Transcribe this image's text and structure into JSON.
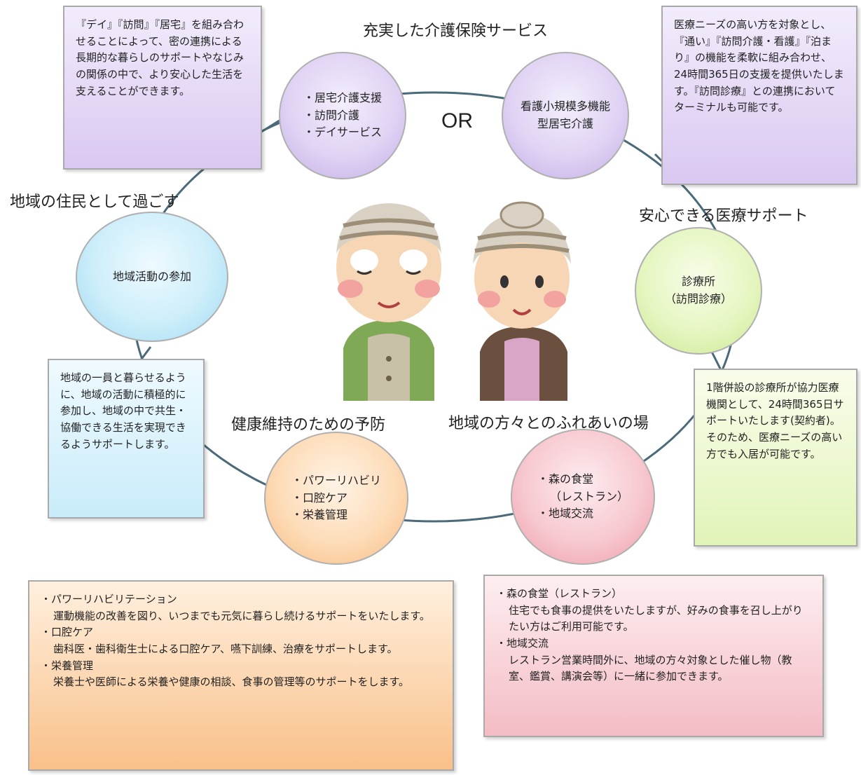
{
  "headings": {
    "care": "充実した介護保険サービス",
    "medical": "安心できる医療サポート",
    "community": "地域の住民として過ごす",
    "prevention": "健康維持のための予防",
    "contact": "地域の方々とのふれあいの場"
  },
  "or_label": "OR",
  "circles": {
    "home_care": [
      "居宅介護支援",
      "訪問介護",
      "デイサービス"
    ],
    "nursing": "看護小規模多機能型居宅介護",
    "clinic_line1": "診療所",
    "clinic_line2": "（訪問診療）",
    "community": "地域活動の参加",
    "prevention": [
      "パワーリハビリ",
      "口腔ケア",
      "栄養管理"
    ],
    "restaurant_line1": "・森の食堂",
    "restaurant_line2": "（レストラン）",
    "restaurant_line3": "・地域交流"
  },
  "boxes": {
    "home_care": "『デイ』『訪問』『居宅』を組み合わせることによって、密の連携による長期的な暮らしのサポートやなじみの関係の中で、より安心した生活を支えることができます。",
    "nursing": "医療ニーズの高い方を対象とし、『通い』『訪問介護・看護』『泊まり』の機能を柔軟に組み合わせ、24時間365日の支援を提供いたします。『訪問診療』との連携においてターミナルも可能です。",
    "clinic": "1階併設の診療所が協力医療機関として、24時間365日サポートいたします(契約者)。そのため、医療ニーズの高い方でも入居が可能です。",
    "community": "地域の一員と暮らせるように、地域の活動に積極的に参加し、地域の中で共生・協働できる生活を実現できるようサポートします。",
    "prevention": [
      {
        "title": "・パワーリハビリテーション",
        "desc": "運動機能の改善を図り、いつまでも元気に暮らし続けるサポートをいたします。"
      },
      {
        "title": "・口腔ケア",
        "desc": "歯科医・歯科衛生士による口腔ケア、嚥下訓練、治療をサポートします。"
      },
      {
        "title": "・栄養管理",
        "desc": "栄養士や医師による栄養や健康の相談、食事の管理等のサポートをします。"
      }
    ],
    "restaurant": [
      {
        "title": "・森の食堂（レストラン）",
        "desc": "住宅でも食事の提供をいたしますが、好みの食事を召し上がりたい方はご利用可能です。"
      },
      {
        "title": "・地域交流",
        "desc": "レストラン営業時間外に、地域の方々対象とした催し物（教室、鑑賞、講演会等）に一緒に参加できます。"
      }
    ]
  },
  "colors": {
    "purple": "#d9c8f1",
    "blue": "#c9ecfa",
    "green": "#e1f4b8",
    "orange": "#f9c08a",
    "pink": "#f4bcc5",
    "ring": "#4a6a7a"
  }
}
